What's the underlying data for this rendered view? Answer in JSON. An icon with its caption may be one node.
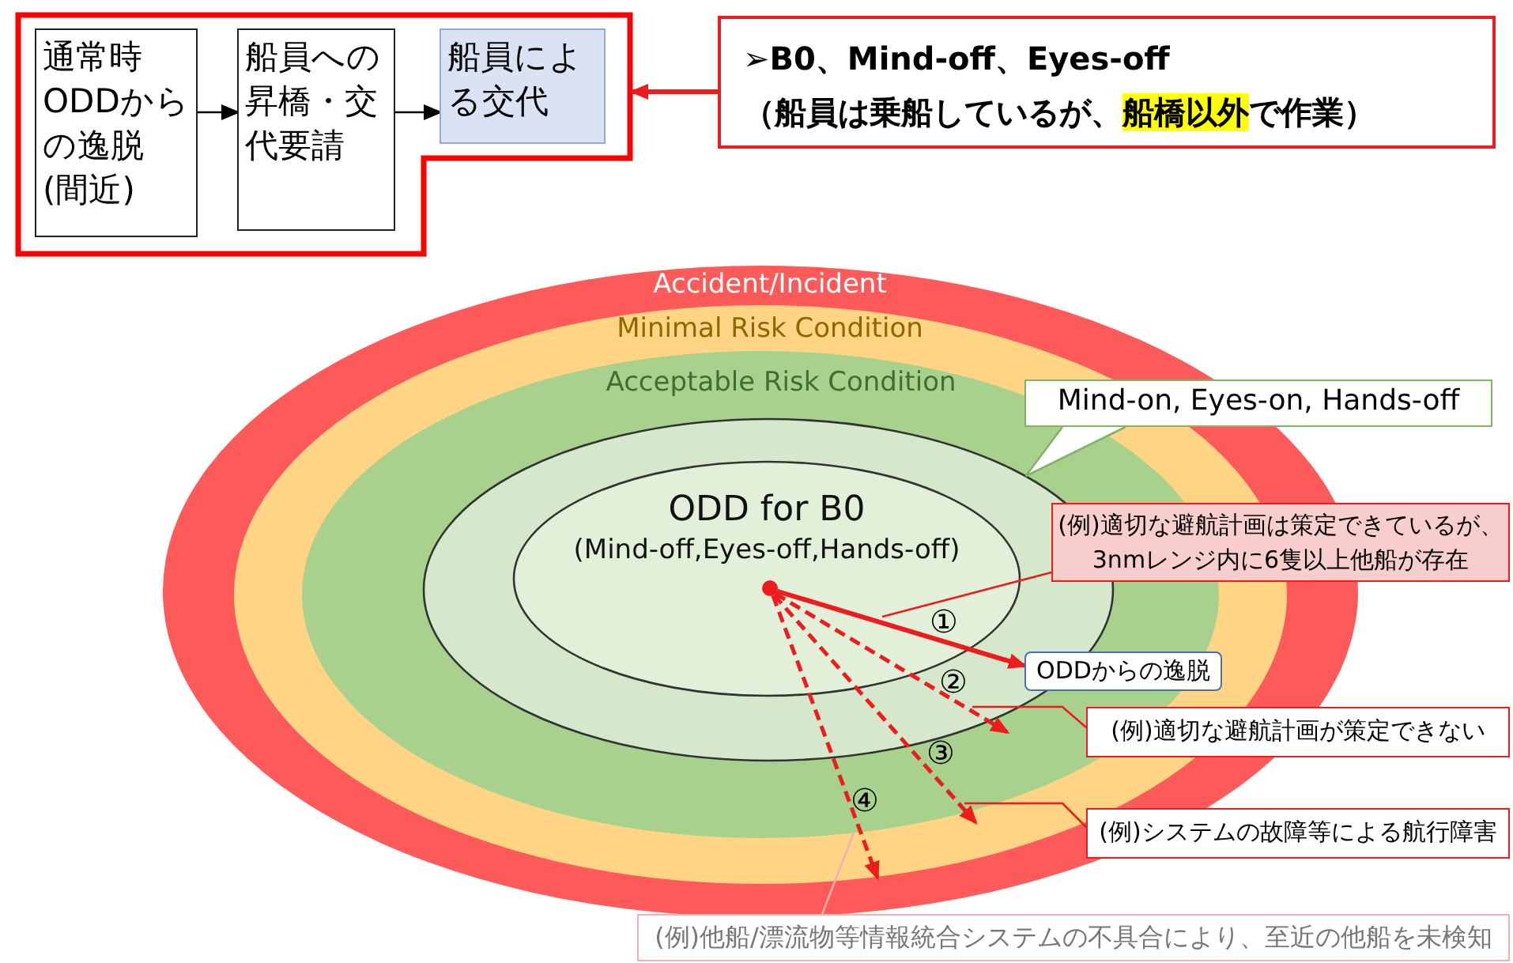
{
  "diagram": {
    "nodes": [
      {
        "text": [],
        "shape": "box"
      },
      {
        "text": [
          "通常時ODDからの逸脱(間近)"
        ],
        "in": 0
      },
      {
        "text": [
          "船員への昇橋・交代要請"
        ],
        "in": 0
      },
      {
        "text": [
          "船員による交代"
        ],
        "in": 0
      },
      {
        "text": [
          "➢B0、Mind-off、Eyes-off",
          "（船員は乗船しているが、**船橋以外**で作業）"
        ]
      },
      {
        "text": [
          "Accident/Incident"
        ]
      },
      {
        "text": [
          "Minimal Risk Condition"
        ],
        "in": 5
      },
      {
        "text": [
          "Acceptable Risk Condition"
        ],
        "in": 6
      },
      {
        "text": [],
        "shape": "ellipse",
        "in": 7
      },
      {
        "text": [
          "Mind-on, Eyes-on, Hands-off"
        ]
      },
      {
        "text": [
          "ODD for B0",
          "(Mind-off,Eyes-off,Hands-off)"
        ],
        "in": 8
      },
      {
        "text": [],
        "shape": "circle",
        "in": 10
      },
      {
        "text": [
          "ODDからの逸脱"
        ],
        "in": 7
      },
      {
        "text": [
          "(例)適切な避航計画は策定できているが、3nmレンジ内に6隻以上他船が存在"
        ]
      },
      {
        "text": [
          "(例)適切な避航計画が策定できない"
        ]
      },
      {
        "text": [
          "(例)システムの故障等による航行障害"
        ]
      },
      {
        "text": [
          "(例)他船/漂流物等情報統合システムの不具合により、至近の他船を未検知"
        ]
      }
    ],
    "edges": [
      {
        "from": 4,
        "to": 0,
        "arrow": "to",
        "style": "thick"
      },
      {
        "from": 1,
        "to": 2,
        "arrow": "to",
        "color": "#000000"
      },
      {
        "from": 2,
        "to": 3,
        "arrow": "to",
        "color": "#000000"
      },
      {
        "from": 9,
        "to": 8,
        "arrow": "none",
        "color": "#82b366"
      },
      {
        "from": 11,
        "to": 12,
        "arrow": "to",
        "label": "①",
        "style": "thick"
      },
      {
        "from": 11,
        "to": null,
        "arrow": "to",
        "label": "②",
        "style": "dashed"
      },
      {
        "from": 11,
        "to": null,
        "arrow": "to",
        "label": "③",
        "style": "dashed"
      },
      {
        "from": 11,
        "to": null,
        "arrow": "to",
        "label": "④",
        "style": "dashed"
      },
      {
        "from": 13,
        "to": null,
        "arrow": "none"
      },
      {
        "from": 14,
        "to": 8,
        "arrow": "none"
      },
      {
        "from": 15,
        "to": 7,
        "arrow": "none"
      },
      {
        "from": 16,
        "to": 7,
        "arrow": "none",
        "color": "#f4b0b0"
      }
    ]
  }
}
